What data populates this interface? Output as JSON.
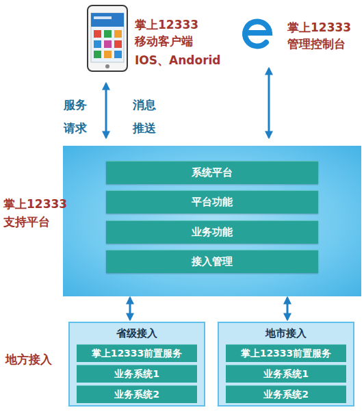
{
  "diagram": {
    "nodes": [
      {
        "text": [
          "掌上12333 移动客户端",
          "IOS、Andorid"
        ]
      },
      {
        "text": [
          "掌上12333 管理控制台"
        ]
      },
      {
        "text": [
          "掌上12333 支持平台"
        ]
      },
      {
        "text": [
          "系统平台"
        ],
        "in": 2
      },
      {
        "text": [
          "平台功能"
        ],
        "in": 2
      },
      {
        "text": [
          "业务功能"
        ],
        "in": 2
      },
      {
        "text": [
          "接入管理"
        ],
        "in": 2
      },
      {
        "text": [
          "省级接入"
        ]
      },
      {
        "text": [
          "掌上12333前置服务"
        ],
        "in": 7
      },
      {
        "text": [
          "业务系统1"
        ],
        "in": 7
      },
      {
        "text": [
          "业务系统2"
        ],
        "in": 7
      },
      {
        "text": [
          "地市接入"
        ]
      },
      {
        "text": [
          "掌上12333前置服务"
        ],
        "in": 11
      },
      {
        "text": [
          "业务系统1"
        ],
        "in": 11
      },
      {
        "text": [
          "业务系统2"
        ],
        "in": 11
      }
    ],
    "edges": [
      {
        "from": 0,
        "to": 2,
        "arrow": "both"
      },
      {
        "from": 1,
        "to": 2,
        "arrow": "both"
      },
      {
        "from": 2,
        "to": 7,
        "arrow": "both"
      },
      {
        "from": 2,
        "to": 11,
        "arrow": "both"
      }
    ],
    "labels": [
      "服务 请求",
      "消息 推送",
      "地方接入"
    ]
  }
}
